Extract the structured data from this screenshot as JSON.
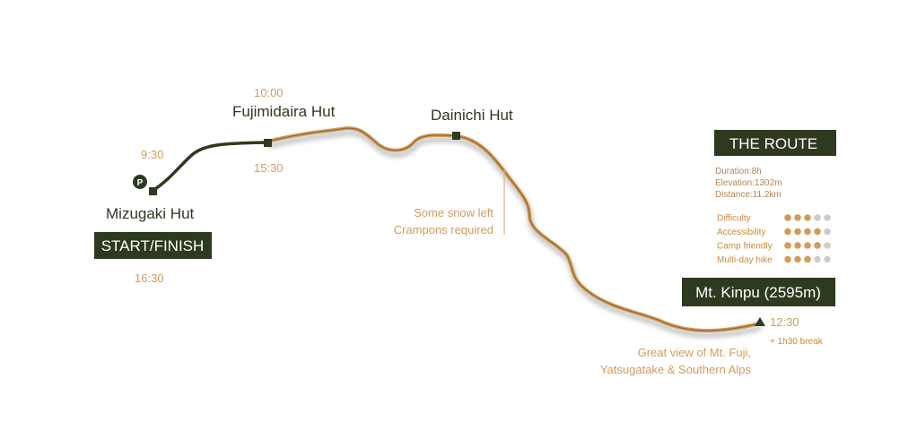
{
  "colors": {
    "dark_green": "#2d3a1f",
    "orange": "#d69b55",
    "orange_light": "#e8c596",
    "dot_filled": "#d39a5c",
    "dot_empty": "#cccccc"
  },
  "waypoints": {
    "mizugaki": {
      "name": "Mizugaki Hut",
      "badge": "START/FINISH",
      "time_out": "9:30",
      "time_back": "16:30",
      "parking": "P"
    },
    "fujimidaira": {
      "name": "Fujimidaira Hut",
      "time_out": "10:00",
      "time_back": "15:30"
    },
    "dainichi": {
      "name": "Dainichi Hut"
    },
    "summit": {
      "name": "Mt. Kinpu (2595m)",
      "time": "12:30",
      "break": "+ 1h30 break"
    }
  },
  "notes": {
    "snow": [
      "Some snow left",
      "Crampons required"
    ],
    "view": [
      "Great view of Mt. Fuji,",
      "Yatsugatake & Southern Alps"
    ]
  },
  "route_info": {
    "title": "THE ROUTE",
    "stats": [
      "Duration:8h",
      "Elevation:1302m",
      "Distance:11.2km"
    ],
    "ratings": [
      {
        "label": "Difficulty",
        "score": 3,
        "max": 5
      },
      {
        "label": "Accessibility",
        "score": 4,
        "max": 5
      },
      {
        "label": "Camp friendly",
        "score": 4,
        "max": 5
      },
      {
        "label": "Multi-day hike",
        "score": 3,
        "max": 5
      }
    ]
  }
}
